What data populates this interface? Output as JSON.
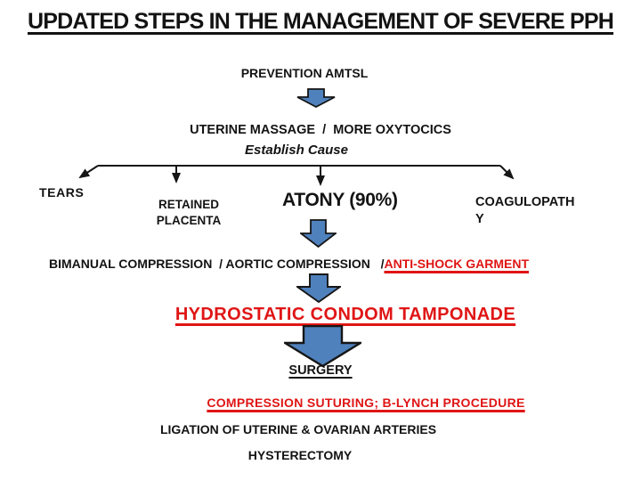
{
  "slide": {
    "title": "UPDATED STEPS IN THE MANAGEMENT OF SEVERE PPH",
    "flow": {
      "prevention": "PREVENTION AMTSL",
      "uterine_massage": "UTERINE MASSAGE  /  MORE OXYTOCICS",
      "establish_cause": "Establish Cause",
      "causes": {
        "tears": "TEARS",
        "retained_placenta": [
          "RETAINED",
          "PLACENTA"
        ],
        "atony": "ATONY (90%)",
        "coagulopathy": [
          "COAGULOPATH",
          "Y"
        ]
      },
      "compression_black": "BIMANUAL COMPRESSION  / AORTIC COMPRESSION   /",
      "compression_red": "ANTI-SHOCK GARMENT",
      "hydrostatic": "HYDROSTATIC CONDOM TAMPONADE",
      "surgery": "SURGERY",
      "suturing": "COMPRESSION SUTURING; B-LYNCH PROCEDURE",
      "ligation": "LIGATION OF UTERINE & OVARIAN ARTERIES",
      "hysterectomy": "HYSTERECTOMY"
    },
    "icons": {
      "down_arrow": "block-down-arrow",
      "branch": "four-way-branch-connector"
    },
    "colors": {
      "accent_red": "#e01515",
      "arrow_blue": "#4f81bd",
      "arrow_outline": "#161616",
      "text_black": "#131313"
    }
  }
}
